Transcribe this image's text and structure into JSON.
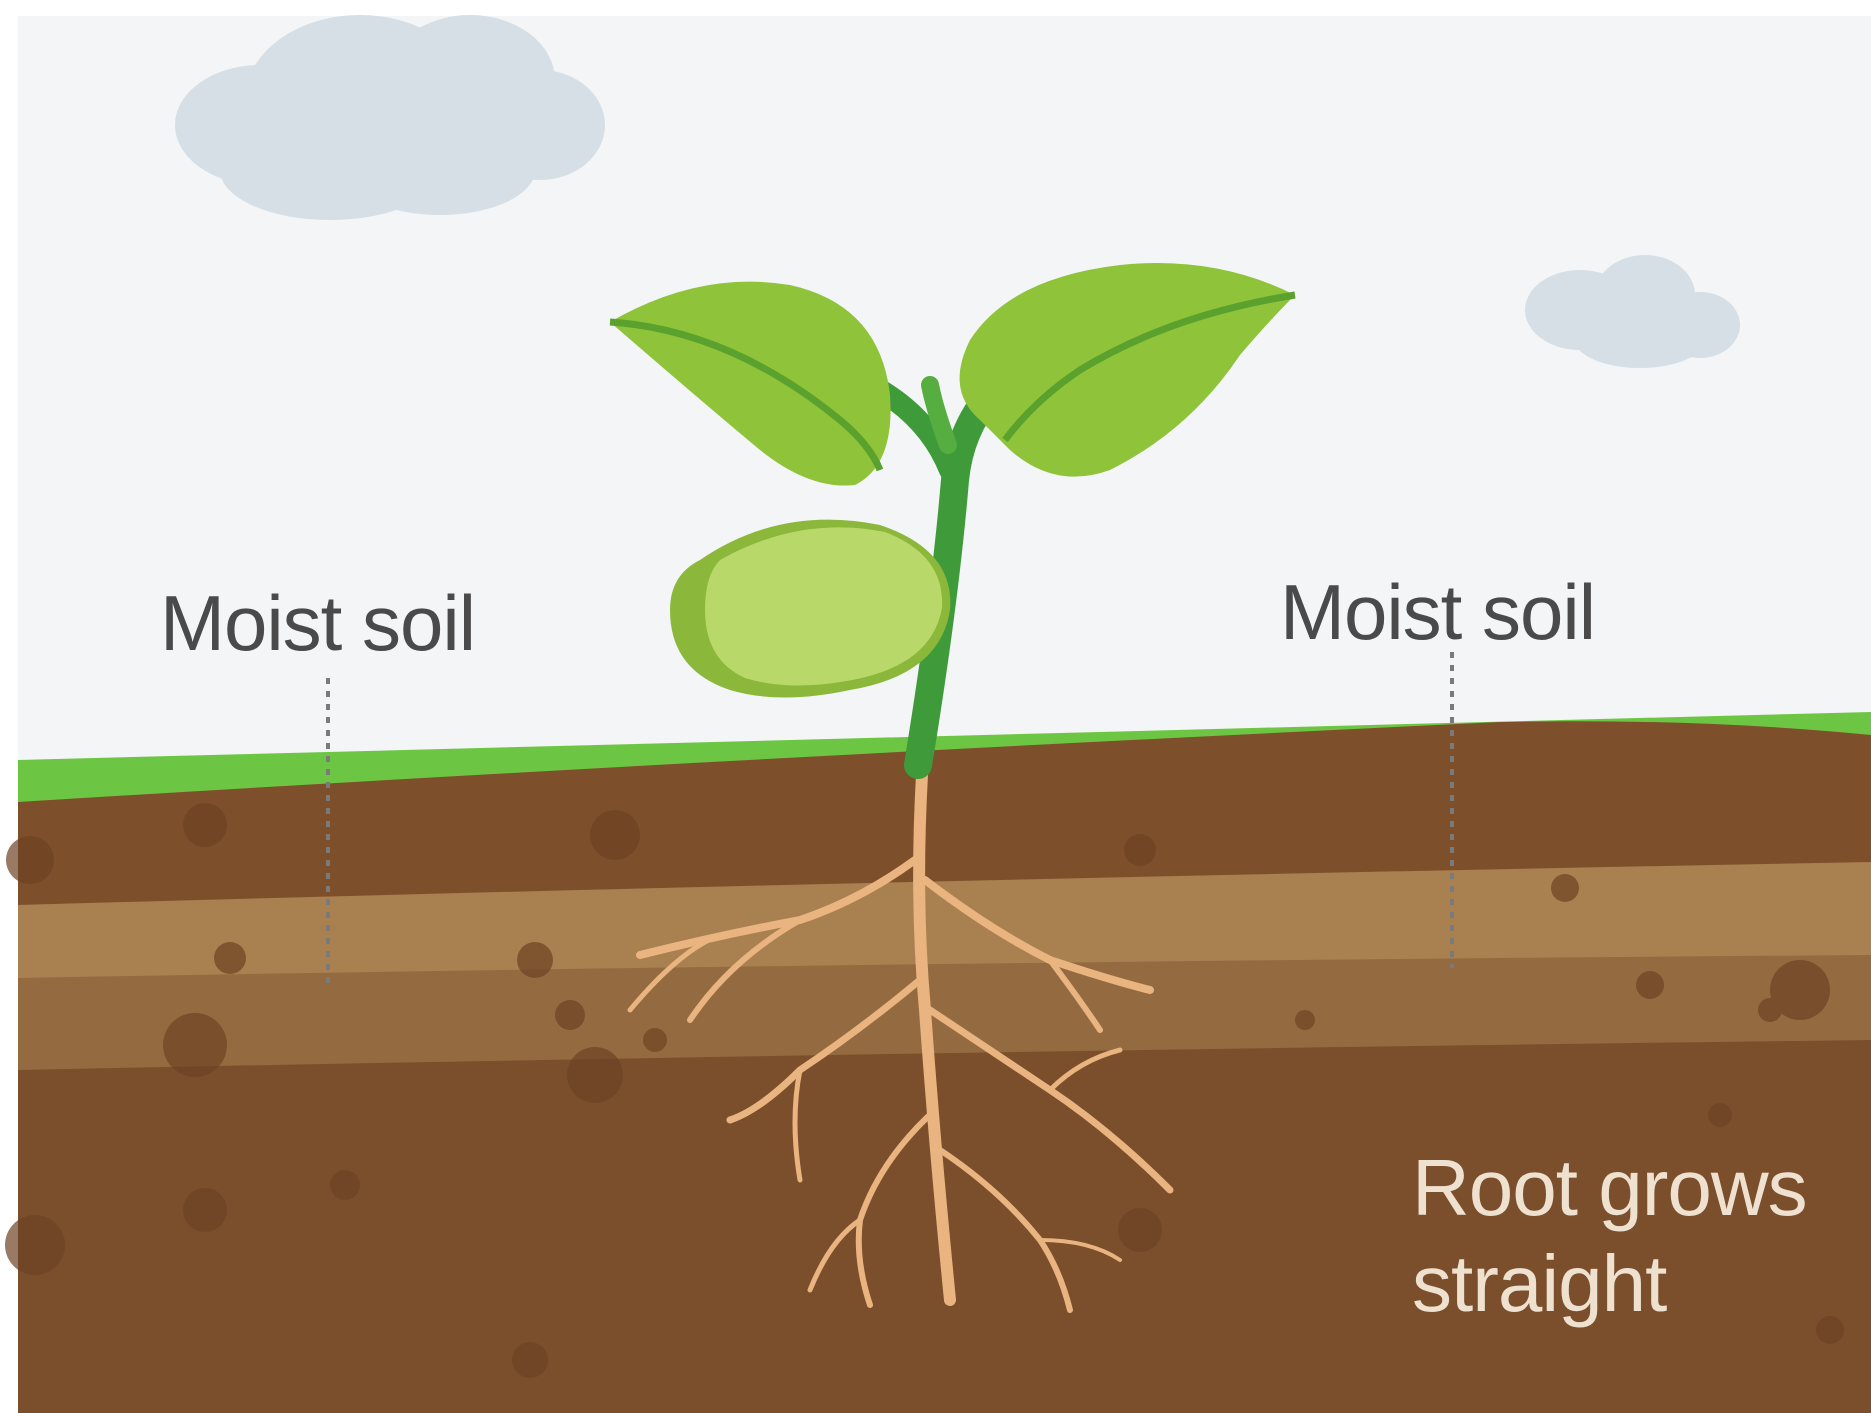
{
  "labels": {
    "moist_soil_left": "Moist soil",
    "moist_soil_right": "Moist soil",
    "root_line1": "Root grows",
    "root_line2": "straight"
  },
  "colors": {
    "sky": "#f4f5f7",
    "cloud": "#d5dfe5",
    "grass": "#6cc644",
    "soil_top": "#7e4f2b",
    "soil_band_light": "#a9804f",
    "soil_band_mid": "#946b40",
    "soil_deep": "#7b4f2c",
    "leaf": "#8fc33a",
    "leaf_vein": "#5aa12e",
    "stem": "#3f9a3a",
    "seed": "#a3cc4e",
    "root": "#e9b47f"
  }
}
